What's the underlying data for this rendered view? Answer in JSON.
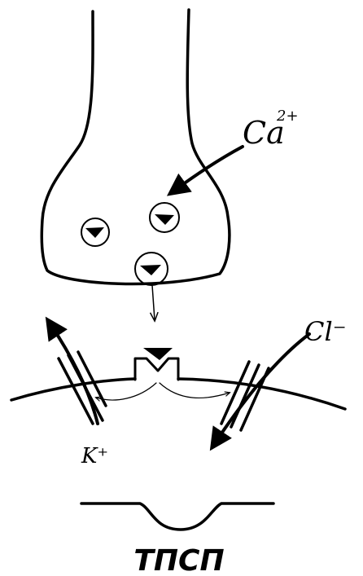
{
  "labels": {
    "calcium_main": "Ca",
    "calcium_charge": "2+",
    "chloride": "Cl⁻",
    "potassium": "K⁺",
    "caption": "ТПСП"
  },
  "colors": {
    "ink": "#000000",
    "paper": "#ffffff"
  }
}
